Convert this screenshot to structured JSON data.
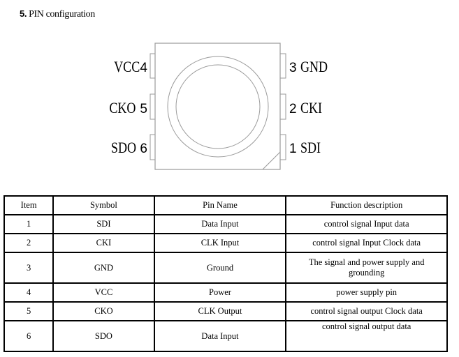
{
  "heading": {
    "number": "5.",
    "title": "PIN configuration"
  },
  "diagram": {
    "left_pins": [
      {
        "name": "VCC",
        "number": "4"
      },
      {
        "name": "CKO",
        "number": "5"
      },
      {
        "name": "SDO",
        "number": "6"
      }
    ],
    "right_pins": [
      {
        "number": "3",
        "name": "GND"
      },
      {
        "number": "2",
        "name": "CKI"
      },
      {
        "number": "1",
        "name": "SDI"
      }
    ]
  },
  "table": {
    "headers": [
      "Item",
      "Symbol",
      "Pin Name",
      "Function description"
    ],
    "rows": [
      {
        "item": "1",
        "symbol": "SDI",
        "pin_name": "Data Input",
        "function": "control signal Input data"
      },
      {
        "item": "2",
        "symbol": "CKI",
        "pin_name": "CLK Input",
        "function": "control signal Input Clock data"
      },
      {
        "item": "3",
        "symbol": "GND",
        "pin_name": "Ground",
        "function": "The signal and power supply and grounding"
      },
      {
        "item": "4",
        "symbol": "VCC",
        "pin_name": "Power",
        "function": "power supply pin"
      },
      {
        "item": "5",
        "symbol": "CKO",
        "pin_name": "CLK Output",
        "function": "control signal output Clock data"
      },
      {
        "item": "6",
        "symbol": "SDO",
        "pin_name": "Data Input",
        "function": "control signal output data"
      }
    ]
  }
}
